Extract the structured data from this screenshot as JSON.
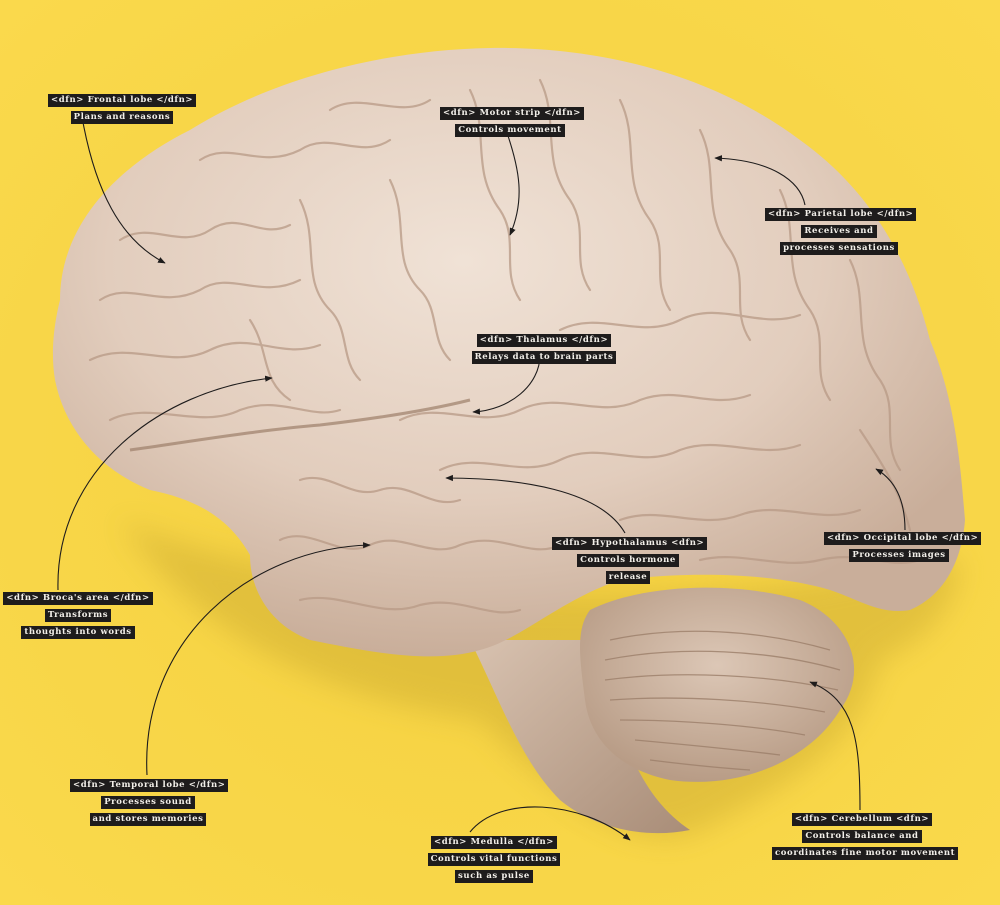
{
  "background_color": "#f9d548",
  "brain_color": "#e6d3c3",
  "label_bg": "#1e1c1c",
  "label_text_color": "#f2efe9",
  "labels": [
    {
      "id": "frontal-lobe",
      "title": "<dfn> Frontal lobe  </dfn>",
      "desc": [
        "Plans and reasons"
      ]
    },
    {
      "id": "motor-strip",
      "title": "<dfn> Motor strip </dfn>",
      "desc": [
        "Controls movement"
      ]
    },
    {
      "id": "parietal-lobe",
      "title": "<dfn> Parietal lobe </dfn>",
      "desc": [
        "Receives and",
        "processes sensations"
      ]
    },
    {
      "id": "thalamus",
      "title": "<dfn> Thalamus </dfn>",
      "desc": [
        "Relays data to brain parts"
      ]
    },
    {
      "id": "hypothalamus",
      "title": "<dfn> Hypothalamus <dfn>",
      "desc": [
        "Controls hormone",
        "release"
      ]
    },
    {
      "id": "occipital-lobe",
      "title": "<dfn> Occipital lobe </dfn>",
      "desc": [
        "Processes images"
      ]
    },
    {
      "id": "brocas-area",
      "title": "<dfn> Broca's area  </dfn>",
      "desc": [
        "Transforms",
        "thoughts into words"
      ]
    },
    {
      "id": "temporal-lobe",
      "title": "<dfn> Temporal lobe  </dfn>",
      "desc": [
        "Processes sound",
        "and stores memories"
      ]
    },
    {
      "id": "medulla",
      "title": "<dfn> Medulla </dfn>",
      "desc": [
        "Controls vital functions",
        "such as pulse"
      ]
    },
    {
      "id": "cerebellum",
      "title": "<dfn> Cerebellum <dfn>",
      "desc": [
        "Controls balance and",
        "coordinates fine motor movement"
      ]
    }
  ]
}
